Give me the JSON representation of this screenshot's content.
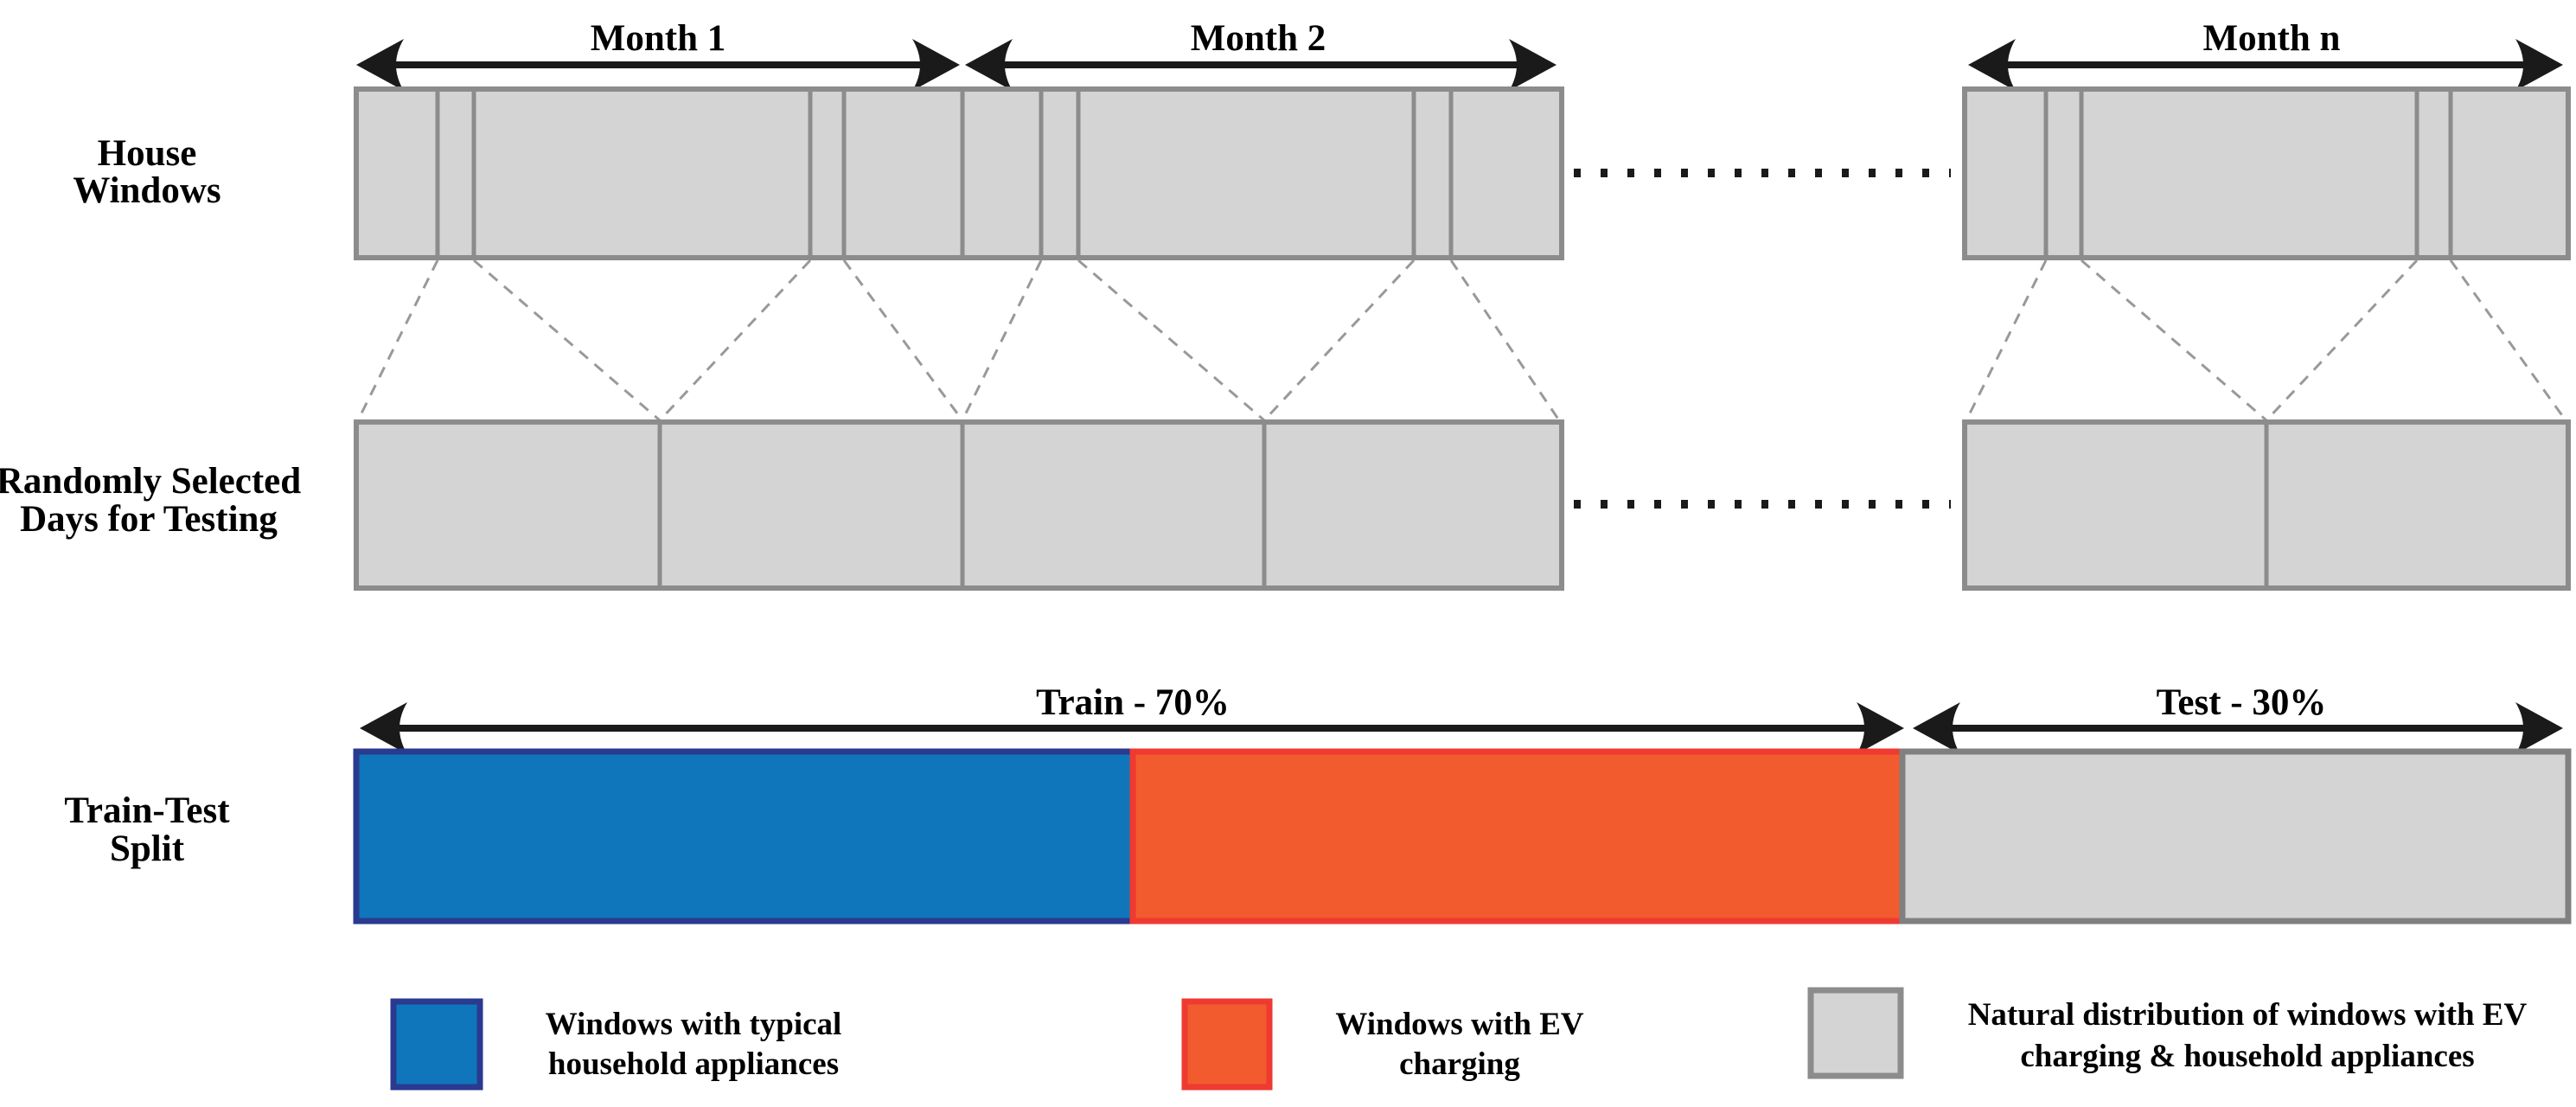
{
  "rows": {
    "house": {
      "line1": "House",
      "line2": "Windows"
    },
    "random": {
      "line1": "Randomly Selected",
      "line2": "Days for Testing"
    },
    "split": {
      "line1": "Train-Test",
      "line2": "Split"
    }
  },
  "months": [
    {
      "label": "Month 1"
    },
    {
      "label": "Month 2"
    },
    {
      "label": "Month n"
    }
  ],
  "window_bars": {
    "fill": "#d4d4d4",
    "border": "#8c8c8c"
  },
  "train_test_bar": {
    "train_label": "Train - 70%",
    "test_label": "Test - 30%",
    "train_pct": 70,
    "test_pct": 30,
    "segments": [
      {
        "id": "typical-household",
        "fill": "#0f76bb",
        "border": "#2a3a8f"
      },
      {
        "id": "ev-charging",
        "fill": "#f15b2e",
        "border": "#ee3a31"
      },
      {
        "id": "natural-distribution",
        "fill": "#d4d4d4",
        "border": "#808080"
      }
    ]
  },
  "connectors": {
    "color": "#999999"
  },
  "arrow_color": "#1a1a1a",
  "legend": {
    "items": [
      {
        "fill": "#0f76bb",
        "border": "#2a3a8f",
        "label_line1": "Windows with typical",
        "label_line2": "household appliances"
      },
      {
        "fill": "#f15b2e",
        "border": "#ee3a31",
        "label_line1": "Windows with EV",
        "label_line2": "charging"
      },
      {
        "fill": "#d4d4d4",
        "border": "#8c8c8c",
        "label_line1": "Natural distribution of windows with EV",
        "label_line2": "charging & household appliances"
      }
    ]
  }
}
